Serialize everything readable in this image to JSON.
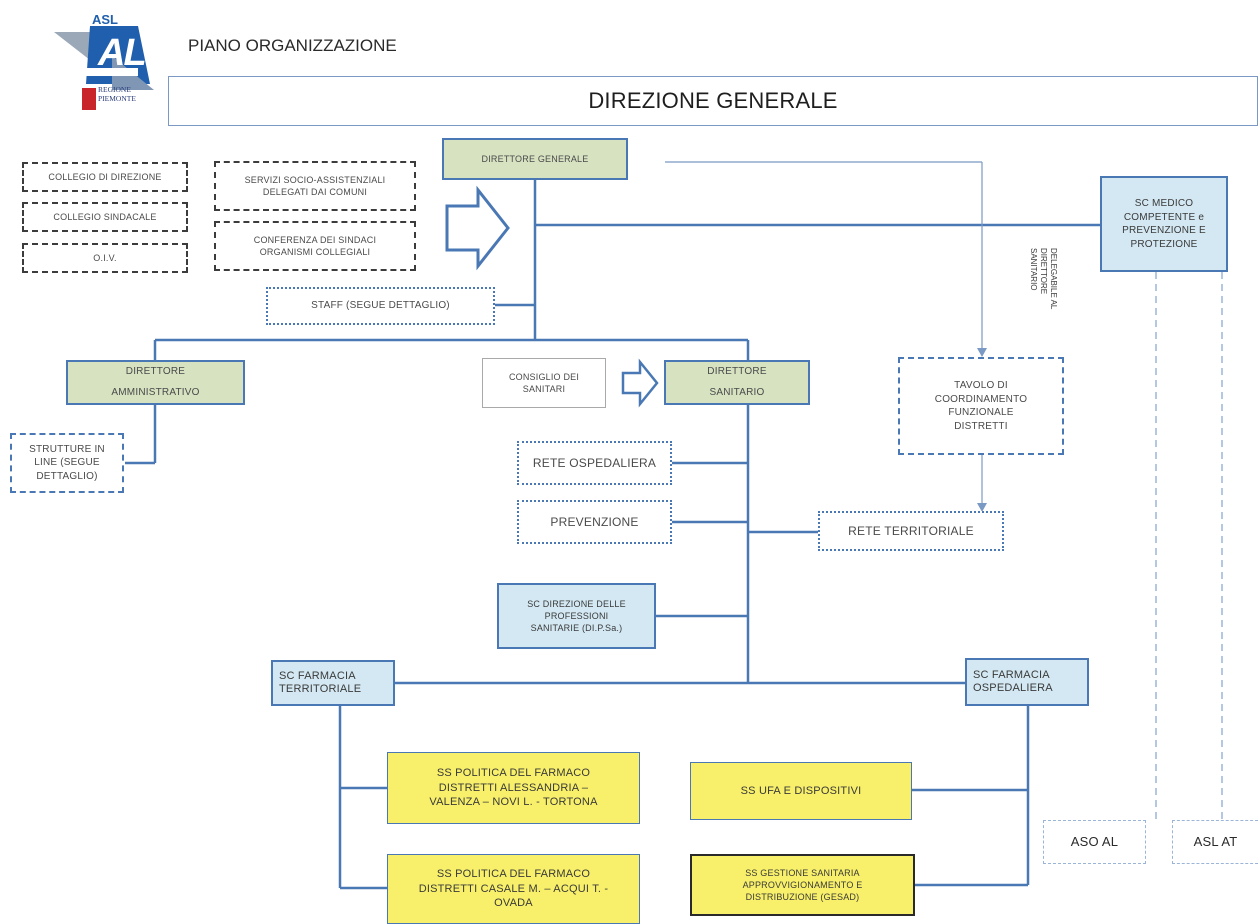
{
  "logo": {
    "text": "ASL",
    "letters": "AL",
    "region": "REGIONE\nPIEMONTE"
  },
  "header": {
    "subtitle": "PIANO ORGANIZZAZIONE",
    "title": "DIREZIONE GENERALE"
  },
  "colors": {
    "line": "#4a78b4",
    "green_fill": "#d7e2c1",
    "blue_fill": "#d3e8f2",
    "yellow_fill": "#f8f06a"
  },
  "boxes": {
    "collegio_direzione": "COLLEGIO DI DIREZIONE",
    "collegio_sindacale": "COLLEGIO SINDACALE",
    "oiv": "O.I.V.",
    "servizi_socio": "SERVIZI SOCIO-ASSISTENZIALI\nDELEGATI DAI COMUNI",
    "conferenza_sindaci": "CONFERENZA DEI SINDACI\nORGANISMI COLLEGIALI",
    "direttore_generale": "DIRETTORE GENERALE",
    "sc_medico": "SC MEDICO\nCOMPETENTE e\nPREVENZIONE E\nPROTEZIONE",
    "staff": "STAFF (SEGUE DETTAGLIO)",
    "delegabile": "DELEGABILE AL\nDIRETTORE\nSANITARIO",
    "direttore_amministrativo": "DIRETTORE\n\nAMMINISTRATIVO",
    "consiglio_sanitari": "CONSIGLIO DEI\nSANITARI",
    "direttore_sanitario": "DIRETTORE\n\nSANITARIO",
    "tavolo": "TAVOLO DI\nCOORDINAMENTO\nFUNZIONALE\nDISTRETTI",
    "strutture_linea": "STRUTTURE IN\nLINE (SEGUE\nDETTAGLIO)",
    "rete_ospedaliera": "RETE OSPEDALIERA",
    "prevenzione": "PREVENZIONE",
    "rete_territoriale": "RETE TERRITORIALE",
    "sc_direzione_professioni": "SC DIREZIONE DELLE\nPROFESSIONI\nSANITARIE (DI.P.Sa.)",
    "sc_farmacia_territoriale": "SC FARMACIA\nTERRITORIALE",
    "sc_farmacia_ospedaliera": "SC FARMACIA\nOSPEDALIERA",
    "ss_politica_1": "SS POLITICA DEL FARMACO\nDISTRETTI ALESSANDRIA –\nVALENZA – NOVI L. - TORTONA",
    "ss_ufa": "SS UFA E DISPOSITIVI",
    "ss_politica_2": "SS POLITICA DEL FARMACO\nDISTRETTI CASALE M. – ACQUI T. -\nOVADA",
    "ss_gestione": "SS GESTIONE SANITARIA\nAPPROVVIGIONAMENTO E\nDISTRIBUZIONE (GESAD)",
    "aso_al": "ASO AL",
    "asl_at": "ASL AT"
  }
}
